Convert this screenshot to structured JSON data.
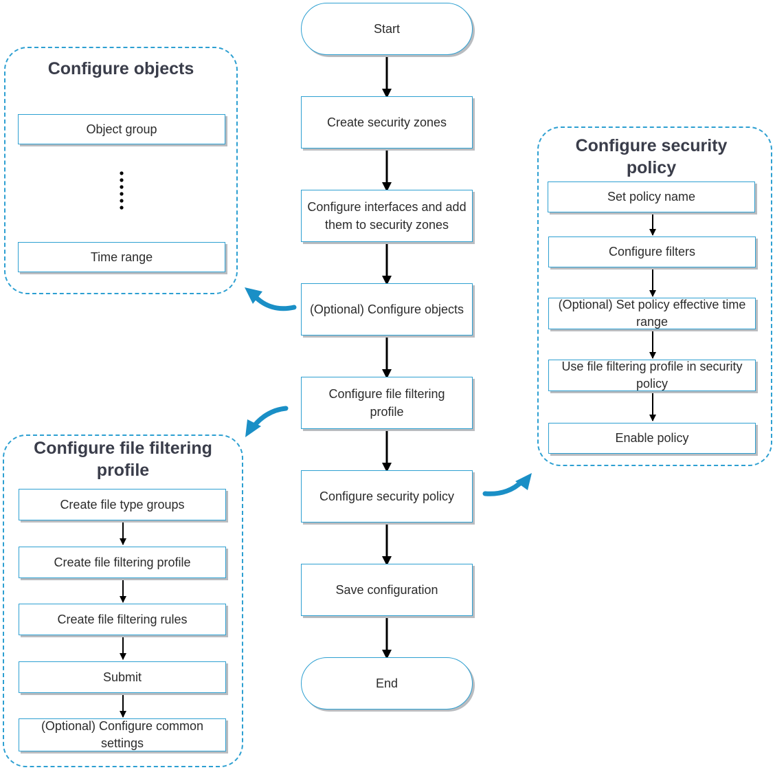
{
  "flow": {
    "start": "Start",
    "end": "End",
    "steps": [
      "Create security zones",
      "Configure interfaces and add them to security zones",
      "(Optional) Configure objects",
      "Configure file filtering profile",
      "Configure security policy",
      "Save configuration"
    ]
  },
  "objects_group": {
    "title": "Configure objects",
    "items": [
      "Object group",
      "Time range"
    ],
    "ellipsis": "⋮"
  },
  "filter_group": {
    "title": "Configure file filtering profile",
    "items": [
      "Create file type groups",
      "Create file filtering profile",
      "Create file filtering rules",
      "Submit",
      "(Optional) Configure common settings"
    ]
  },
  "policy_group": {
    "title": "Configure security policy",
    "items": [
      "Set policy name",
      "Configure filters",
      "(Optional) Set policy effective time range",
      "Use file filtering profile in security policy",
      "Enable policy"
    ]
  },
  "colors": {
    "border": "#2c9fd1",
    "callout_arrow": "#1a8fc6",
    "arrow": "#000000",
    "title_text": "#3a3d4a"
  }
}
